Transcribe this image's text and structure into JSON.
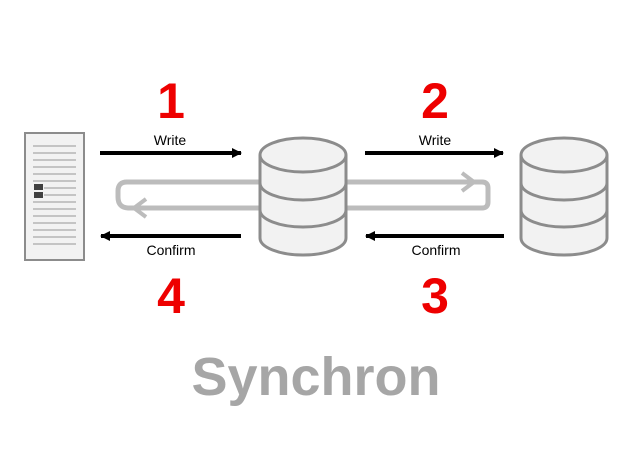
{
  "steps": {
    "one": "1",
    "two": "2",
    "three": "3",
    "four": "4"
  },
  "labels": {
    "write_left": "Write",
    "write_right": "Write",
    "confirm_left": "Confirm",
    "confirm_right": "Confirm"
  },
  "caption": "Synchron",
  "icons": {
    "client": "server-tower-icon",
    "primary_storage": "database-icon",
    "secondary_storage": "database-icon"
  },
  "colors": {
    "step_number": "#ee0000",
    "arrow": "#000000",
    "flow_path": "#bcbcbc",
    "caption": "#a6a6a6",
    "icon_fill": "#f2f2f2",
    "icon_stroke": "#8c8c8c"
  }
}
